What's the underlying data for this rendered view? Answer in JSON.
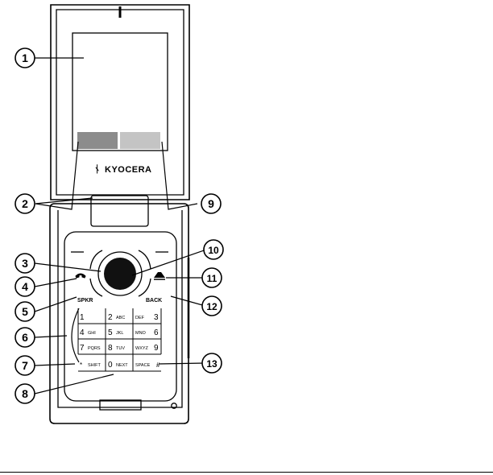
{
  "brand": {
    "name": "KYOCERA",
    "logo_glyph": "ᚾ"
  },
  "callouts": [
    "1",
    "2",
    "3",
    "4",
    "5",
    "6",
    "7",
    "8",
    "9",
    "10",
    "11",
    "12",
    "13"
  ],
  "keypad": {
    "rows": [
      [
        {
          "num": "1",
          "letters": ""
        },
        {
          "num": "2",
          "letters": "ABC"
        },
        {
          "num": "3",
          "letters": "DEF"
        }
      ],
      [
        {
          "num": "4",
          "letters": "GHI"
        },
        {
          "num": "5",
          "letters": "JKL"
        },
        {
          "num": "6",
          "letters": "MNO"
        }
      ],
      [
        {
          "num": "7",
          "letters": "PQRS"
        },
        {
          "num": "8",
          "letters": "TUV"
        },
        {
          "num": "9",
          "letters": "WXYZ"
        }
      ],
      [
        {
          "num": "*",
          "letters": "SHIFT"
        },
        {
          "num": "0",
          "letters": "NEXT"
        },
        {
          "num": "#",
          "letters": "SPACE"
        }
      ]
    ]
  },
  "side_labels": {
    "speaker": "SPKR",
    "back": "BACK"
  },
  "colors": {
    "line": "#000000",
    "softkey_left": "#8c8c8c",
    "softkey_right": "#c4c4c4",
    "nav_fill": "#111111"
  }
}
